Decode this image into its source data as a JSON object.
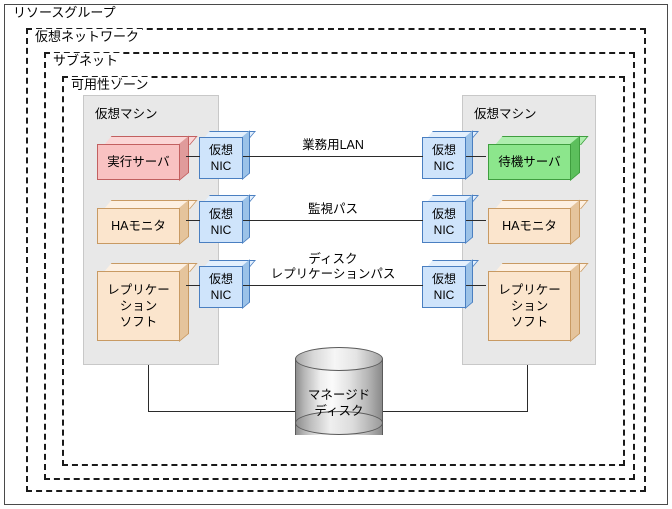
{
  "containers": {
    "resource_group": {
      "label": "リソースグループ"
    },
    "virtual_network": {
      "label": "仮想ネットワーク"
    },
    "subnet": {
      "label": "サブネット"
    },
    "availability_zone": {
      "label": "可用性ゾーン"
    }
  },
  "vm_left": {
    "label": "仮想マシン",
    "components": [
      {
        "name": "active-server",
        "text": "実行サーバ",
        "fill": "#f9c2c2",
        "border": "#c26060",
        "top": "#fbd6d6",
        "side": "#e09b9b"
      },
      {
        "name": "ha-monitor",
        "text": "HAモニタ",
        "fill": "#fbe5cd",
        "border": "#c89a63",
        "top": "#fdf0e2",
        "side": "#e5c49c"
      },
      {
        "name": "replication-software",
        "text": "レプリケー\nション\nソフト",
        "fill": "#fbe5cd",
        "border": "#c89a63",
        "top": "#fdf0e2",
        "side": "#e5c49c"
      }
    ]
  },
  "vm_right": {
    "label": "仮想マシン",
    "components": [
      {
        "name": "standby-server",
        "text": "待機サーバ",
        "fill": "#8ce68c",
        "border": "#3f9e3f",
        "top": "#aeeeae",
        "side": "#5cbf5c"
      },
      {
        "name": "ha-monitor",
        "text": "HAモニタ",
        "fill": "#fbe5cd",
        "border": "#c89a63",
        "top": "#fdf0e2",
        "side": "#e5c49c"
      },
      {
        "name": "replication-software",
        "text": "レプリケー\nション\nソフト",
        "fill": "#fbe5cd",
        "border": "#c89a63",
        "top": "#fdf0e2",
        "side": "#e5c49c"
      }
    ]
  },
  "nic": {
    "text": "仮想\nNIC",
    "fill": "#cfe4fb",
    "border": "#4a7fc1",
    "top": "#e4f0fd",
    "side": "#9bc2e8",
    "items": [
      {
        "name": "nic-left-business-lan"
      },
      {
        "name": "nic-left-monitor-path"
      },
      {
        "name": "nic-left-replication-path"
      },
      {
        "name": "nic-right-business-lan"
      },
      {
        "name": "nic-right-monitor-path"
      },
      {
        "name": "nic-right-replication-path"
      }
    ]
  },
  "links": [
    {
      "name": "business-lan",
      "label": "業務用LAN"
    },
    {
      "name": "monitor-path",
      "label": "監視パス"
    },
    {
      "name": "replication-path",
      "label": "ディスク\nレプリケーションパス"
    }
  ],
  "storage": {
    "name": "managed-disk",
    "label": "マネージド\nディスク"
  },
  "colors": {
    "panel_bg": "#e8e8e8",
    "line": "#2b2b2b",
    "border_dark": "#1a1a1a"
  }
}
